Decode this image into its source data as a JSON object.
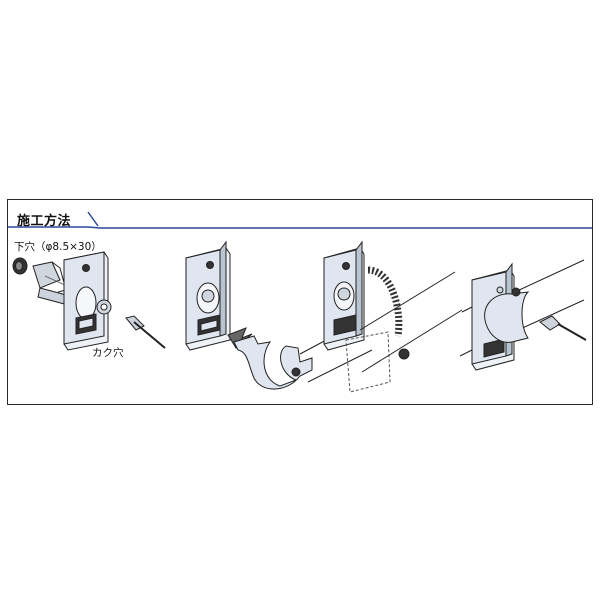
{
  "section_title": "施工方法",
  "labels": {
    "pilot_hole": "下穴（φ8.5×30）",
    "square_hole": "カク穴"
  },
  "colors": {
    "header_rule": "#2b4a9a",
    "metal_fill": "#dfe6ef",
    "metal_shade": "#b9c4d1",
    "outline": "#222222"
  },
  "steps": [
    {
      "icon": "anchor-bolt-insertion-step"
    },
    {
      "icon": "bracket-clip-placement-step"
    },
    {
      "icon": "clamp-rotation-step"
    },
    {
      "icon": "pipe-fixed-step"
    }
  ]
}
